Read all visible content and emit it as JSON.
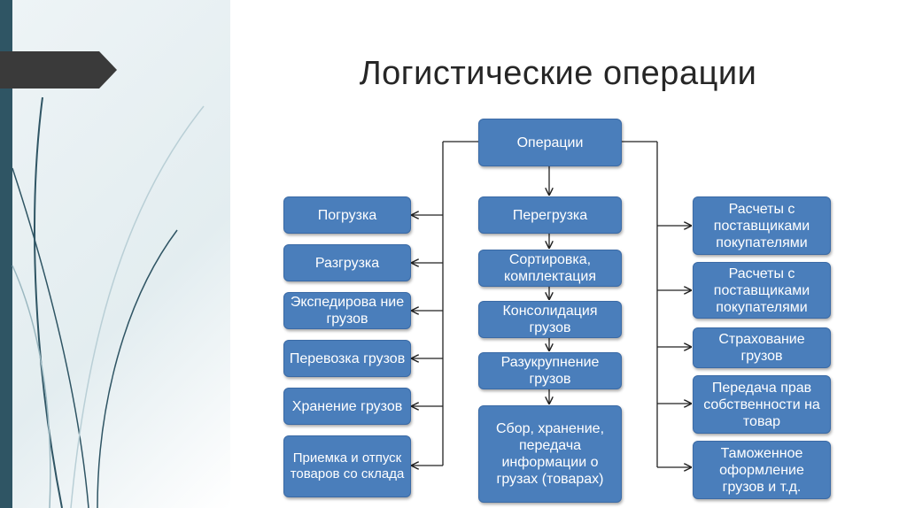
{
  "title": "Логистические операции",
  "diagram": {
    "root": "Операции",
    "left": [
      "Погрузка",
      "Разгрузка",
      "Экспедирова ние грузов",
      "Перевозка грузов",
      "Хранение грузов",
      "Приемка и отпуск товаров со склада"
    ],
    "center": [
      "Перегрузка",
      "Сортировка, комплектация",
      "Консолидация грузов",
      "Разукрупнение грузов",
      "Сбор, хранение, передача информации о грузах (товарах)"
    ],
    "right": [
      "Расчеты с поставщиками покупателями",
      "Расчеты с поставщиками покупателями",
      "Страхование грузов",
      "Передача прав собственности на товар",
      "Таможенное оформление грузов и т.д."
    ]
  },
  "colors": {
    "node_fill": "#4a7ebb",
    "node_text": "#ffffff",
    "side_bar": "#2f5564",
    "arrow_tab": "#3a3a3a"
  }
}
